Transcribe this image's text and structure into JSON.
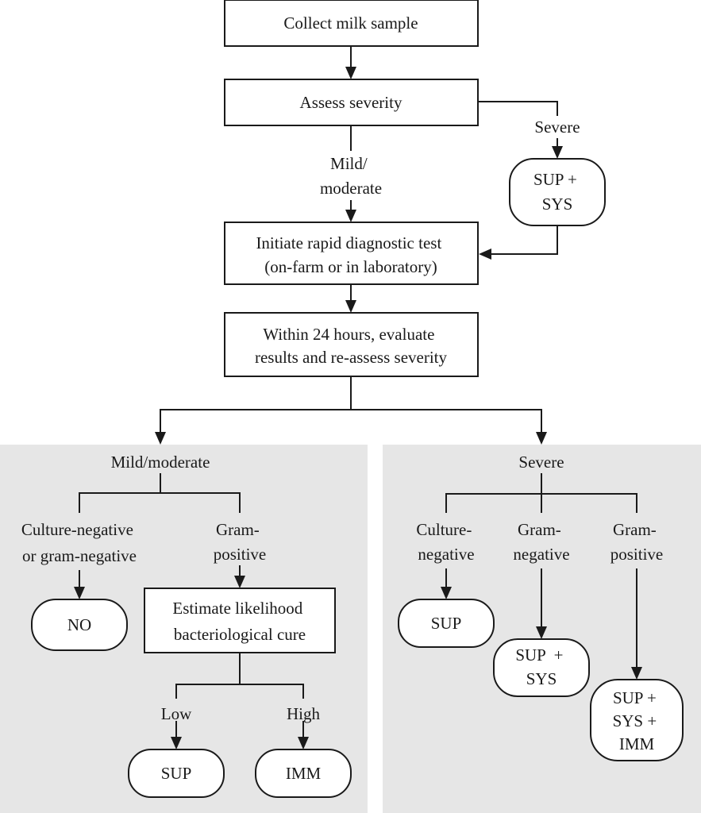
{
  "nodes": {
    "collect": [
      "Collect milk sample"
    ],
    "assess": [
      "Assess severity"
    ],
    "sup_sys_top": [
      "SUP +",
      "SYS"
    ],
    "rapid_test": [
      "Initiate rapid diagnostic test",
      "(on-farm or in laboratory)"
    ],
    "evaluate": [
      "Within 24 hours, evaluate",
      "results and re-assess severity"
    ],
    "estimate": [
      "Estimate likelihood",
      "bacteriological cure"
    ],
    "no": [
      "NO"
    ],
    "sup_low": [
      "SUP"
    ],
    "imm_high": [
      "IMM"
    ],
    "sup_culture_neg": [
      "SUP"
    ],
    "sup_sys_gram_neg": [
      "SUP  +",
      "SYS"
    ],
    "sup_sys_imm": [
      "SUP +",
      "SYS +",
      "IMM"
    ]
  },
  "labels": {
    "severe_top": [
      "Severe"
    ],
    "mild_moderate_top": [
      "Mild/",
      "moderate"
    ],
    "panel_left_title": [
      "Mild/moderate"
    ],
    "panel_right_title": [
      "Severe"
    ],
    "left_culture_neg": [
      "Culture-negative",
      "or gram-negative"
    ],
    "left_gram_pos": [
      "Gram-",
      "positive"
    ],
    "low": [
      "Low"
    ],
    "high": [
      "High"
    ],
    "right_culture_neg": [
      "Culture-",
      "negative"
    ],
    "right_gram_neg": [
      "Gram-",
      "negative"
    ],
    "right_gram_pos": [
      "Gram-",
      "positive"
    ]
  }
}
